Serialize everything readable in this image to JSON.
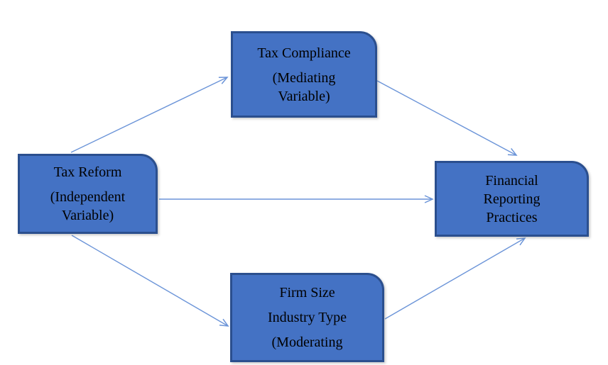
{
  "nodes": {
    "mediator": {
      "paragraphs": [
        "Tax Compliance",
        "(Mediating\nVariable)"
      ]
    },
    "independent": {
      "paragraphs": [
        "Tax Reform",
        "(Independent\nVariable)"
      ]
    },
    "outcome": {
      "paragraphs": [
        "Financial\nReporting\nPractices"
      ]
    },
    "moderator": {
      "paragraphs": [
        "Firm Size",
        "Industry Type",
        "(Moderating"
      ]
    }
  },
  "connections": [
    {
      "from": "Tax Reform",
      "to": "Tax Compliance"
    },
    {
      "from": "Tax Reform",
      "to": "Financial Reporting Practices"
    },
    {
      "from": "Tax Reform",
      "to": "Firm Size / Industry Type"
    },
    {
      "from": "Tax Compliance",
      "to": "Financial Reporting Practices"
    },
    {
      "from": "Firm Size / Industry Type",
      "to": "Financial Reporting Practices"
    }
  ],
  "colors": {
    "box_fill": "#4472C4",
    "box_border": "#2B4F8E",
    "arrow": "#6b94d8",
    "text": "#000000",
    "background": "#FFFFFF"
  }
}
